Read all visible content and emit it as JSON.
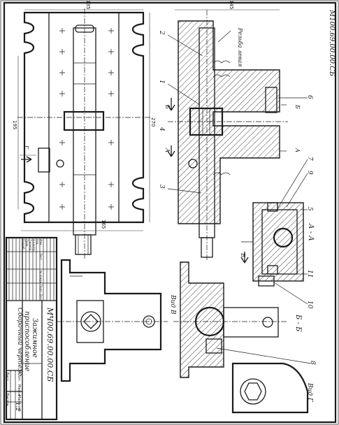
{
  "drawing": {
    "number": "МЧ00.69.00.00.СБ",
    "title_line1": "Зажимное",
    "title_line2": "приспособление",
    "title_line3": "Сборочный чертеж",
    "scale": "1:2",
    "corner_number": "М100.69.00.00.СБ"
  },
  "dimensions": {
    "width_top": "135",
    "width_right": "145",
    "height_left": "195",
    "length": "270",
    "base_width": "165"
  },
  "callouts": {
    "items": [
      "1",
      "2",
      "3",
      "4",
      "5",
      "6",
      "7",
      "8",
      "9",
      "10",
      "11"
    ],
    "thread_note": "Резьба левая"
  },
  "sections": {
    "aa": "А - А",
    "bb": "Б - Б",
    "view_b": "Вид В",
    "view_g": "Вид Г",
    "mark_a": "А",
    "mark_b": "Б",
    "mark_v": "В",
    "mark_g": "Г"
  },
  "title_block": {
    "row_labels": [
      "Изм.",
      "Лист",
      "№ докум.",
      "Подп.",
      "Дата"
    ],
    "role_labels": [
      "Разраб.",
      "Пров.",
      "Т.контр.",
      "Н.контр.",
      "Утв."
    ],
    "lit_label": "Лит.",
    "mass_label": "Масса",
    "scale_label": "Масштаб",
    "sheet_label": "Лист",
    "sheets_label": "Листов"
  },
  "colors": {
    "line": "#1a1a1a",
    "paper": "#ffffff"
  }
}
